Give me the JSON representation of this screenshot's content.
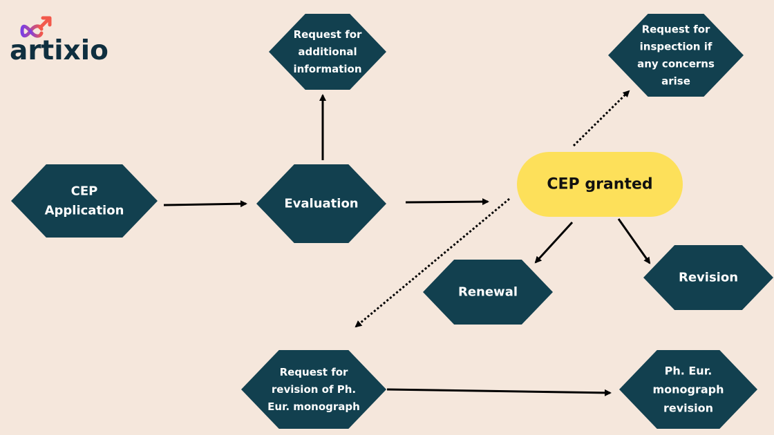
{
  "brand": {
    "name": "artixio",
    "icon": "infinity-arrow-icon",
    "colors": {
      "gradient_start": "#7b3fe4",
      "gradient_end": "#f2594b",
      "text": "#0f2f3f"
    }
  },
  "colors": {
    "background": "#f5e7dc",
    "node_fill": "#12404f",
    "node_text": "#ffffff",
    "granted_fill": "#fde05a",
    "arrow": "#000000"
  },
  "nodes": {
    "cep_application": {
      "lines": [
        "CEP",
        "Application"
      ]
    },
    "evaluation": {
      "lines": [
        "Evaluation"
      ]
    },
    "request_additional_info": {
      "lines": [
        "Request for",
        "additional",
        "information"
      ]
    },
    "cep_granted": {
      "lines": [
        "CEP granted"
      ]
    },
    "request_inspection": {
      "lines": [
        "Request for",
        "inspection if",
        "any concerns",
        "arise"
      ]
    },
    "renewal": {
      "lines": [
        "Renewal"
      ]
    },
    "revision": {
      "lines": [
        "Revision"
      ]
    },
    "request_revision_monograph": {
      "lines": [
        "Request for",
        "revision of  Ph.",
        "Eur. monograph"
      ]
    },
    "monograph_revision": {
      "lines": [
        "Ph. Eur.",
        "monograph",
        "revision"
      ]
    }
  },
  "edges": [
    {
      "from": "cep_application",
      "to": "evaluation",
      "style": "solid"
    },
    {
      "from": "evaluation",
      "to": "request_additional_info",
      "style": "solid"
    },
    {
      "from": "evaluation",
      "to": "cep_granted",
      "style": "solid"
    },
    {
      "from": "cep_granted",
      "to": "request_inspection",
      "style": "dotted"
    },
    {
      "from": "cep_granted",
      "to": "renewal",
      "style": "solid"
    },
    {
      "from": "cep_granted",
      "to": "revision",
      "style": "solid"
    },
    {
      "from": "cep_granted",
      "to": "request_revision_monograph",
      "style": "dotted"
    },
    {
      "from": "request_revision_monograph",
      "to": "monograph_revision",
      "style": "solid"
    }
  ]
}
